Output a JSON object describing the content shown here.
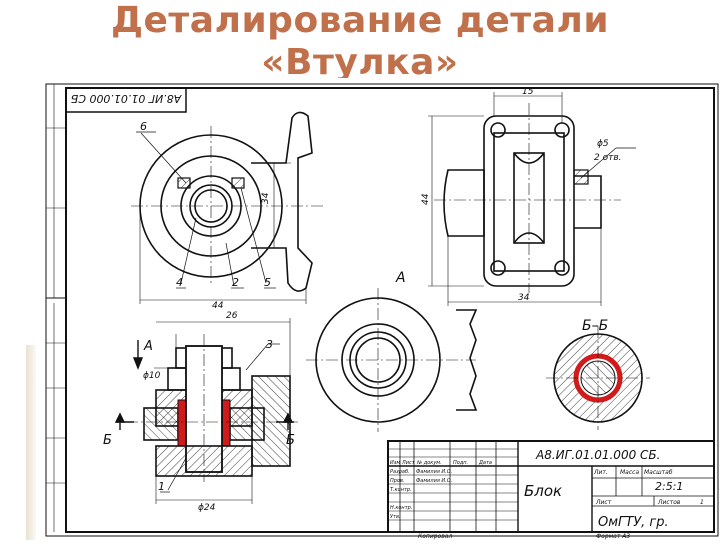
{
  "title": {
    "line1": "Деталирование детали",
    "line2": "«Втулка»"
  },
  "stamp": {
    "doc_code": "А8.ИГ.01.01.000 СБ.",
    "doc_code_mirrored": "А8.ИГ 01.01.000 СБ",
    "name": "Блок",
    "org": "ОмГТУ, гр.",
    "mass": "2:5:1",
    "sheet_label": "Лист",
    "sheets_label": "Листов",
    "sheets_value": "1",
    "lit_label": "Лит.",
    "mass_label": "Масса",
    "scale_label": "Масштаб",
    "rows": [
      "Разраб.",
      "Пров.",
      "Т.контр.",
      "Н.контр.",
      "Утв."
    ],
    "names": [
      "Фамилия И.О.",
      "Фамилия И.О."
    ],
    "head": [
      "Изм",
      "Лист",
      "№ докум.",
      "Подп.",
      "Дата"
    ],
    "copied": "Копировал",
    "format": "Формат  А3"
  },
  "drawing": {
    "positions": [
      "1",
      "2",
      "3",
      "4",
      "5",
      "6"
    ],
    "dims": {
      "d44a": "44",
      "d44b": "44",
      "d34a": "34",
      "d34b": "34",
      "d26": "26",
      "d15": "15",
      "d10": "ϕ10",
      "d24": "ϕ24",
      "d5": "ϕ5",
      "holes": "2 отв."
    },
    "view_labels": {
      "a_view": "А",
      "a_arrow": "А",
      "bb": "Б–Б",
      "b_left": "Б",
      "b_right": "Б"
    }
  },
  "colors": {
    "title": "#c0704a",
    "line": "#111111",
    "bushing": "#d11a1a"
  }
}
